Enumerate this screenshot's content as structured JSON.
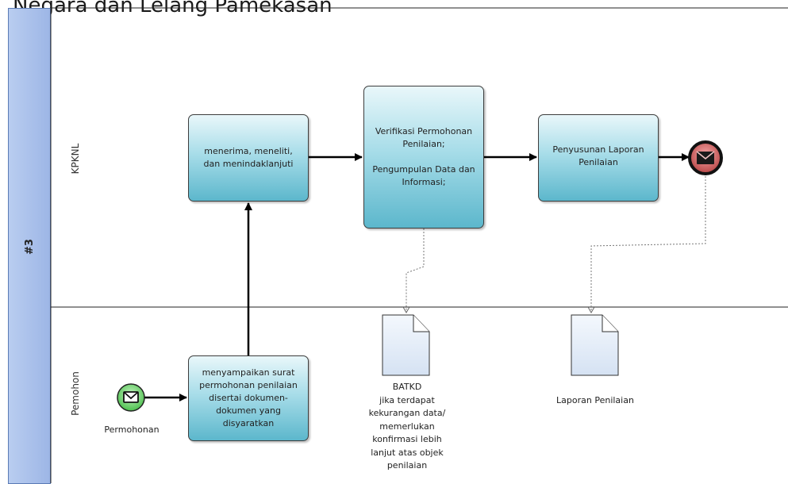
{
  "header": {
    "title": "Negara dan Lelang Pamekasan"
  },
  "pool": {
    "label": "#3"
  },
  "lanes": {
    "top": "KPKNL",
    "bottom": "Pemohon"
  },
  "tasks": {
    "receive": [
      "menerima, meneliti,",
      "dan menindaklanjuti"
    ],
    "verify": [
      "Verifikasi Permohonan",
      "Penilaian;",
      "",
      "Pengumpulan Data dan",
      "Informasi;"
    ],
    "report": [
      "Penyusunan Laporan",
      "Penilaian"
    ],
    "submit": [
      "menyampaikan surat",
      "permohonan penilaian",
      "disertai dokumen-",
      "dokumen yang",
      "disyaratkan"
    ]
  },
  "events": {
    "start_label": "Permohonan"
  },
  "documents": {
    "batkd": [
      "BATKD",
      "jika terdapat",
      "kekurangan data/",
      "memerlukan",
      "konfirmasi lebih",
      "lanjut atas objek",
      "penilaian"
    ],
    "laporan": [
      "Laporan Penilaian"
    ]
  },
  "colors": {
    "pool_band": "#a9c1ec",
    "task_fill": "#8fd0e0",
    "start_event": "#79d97a",
    "end_event": "#d86a6a"
  }
}
